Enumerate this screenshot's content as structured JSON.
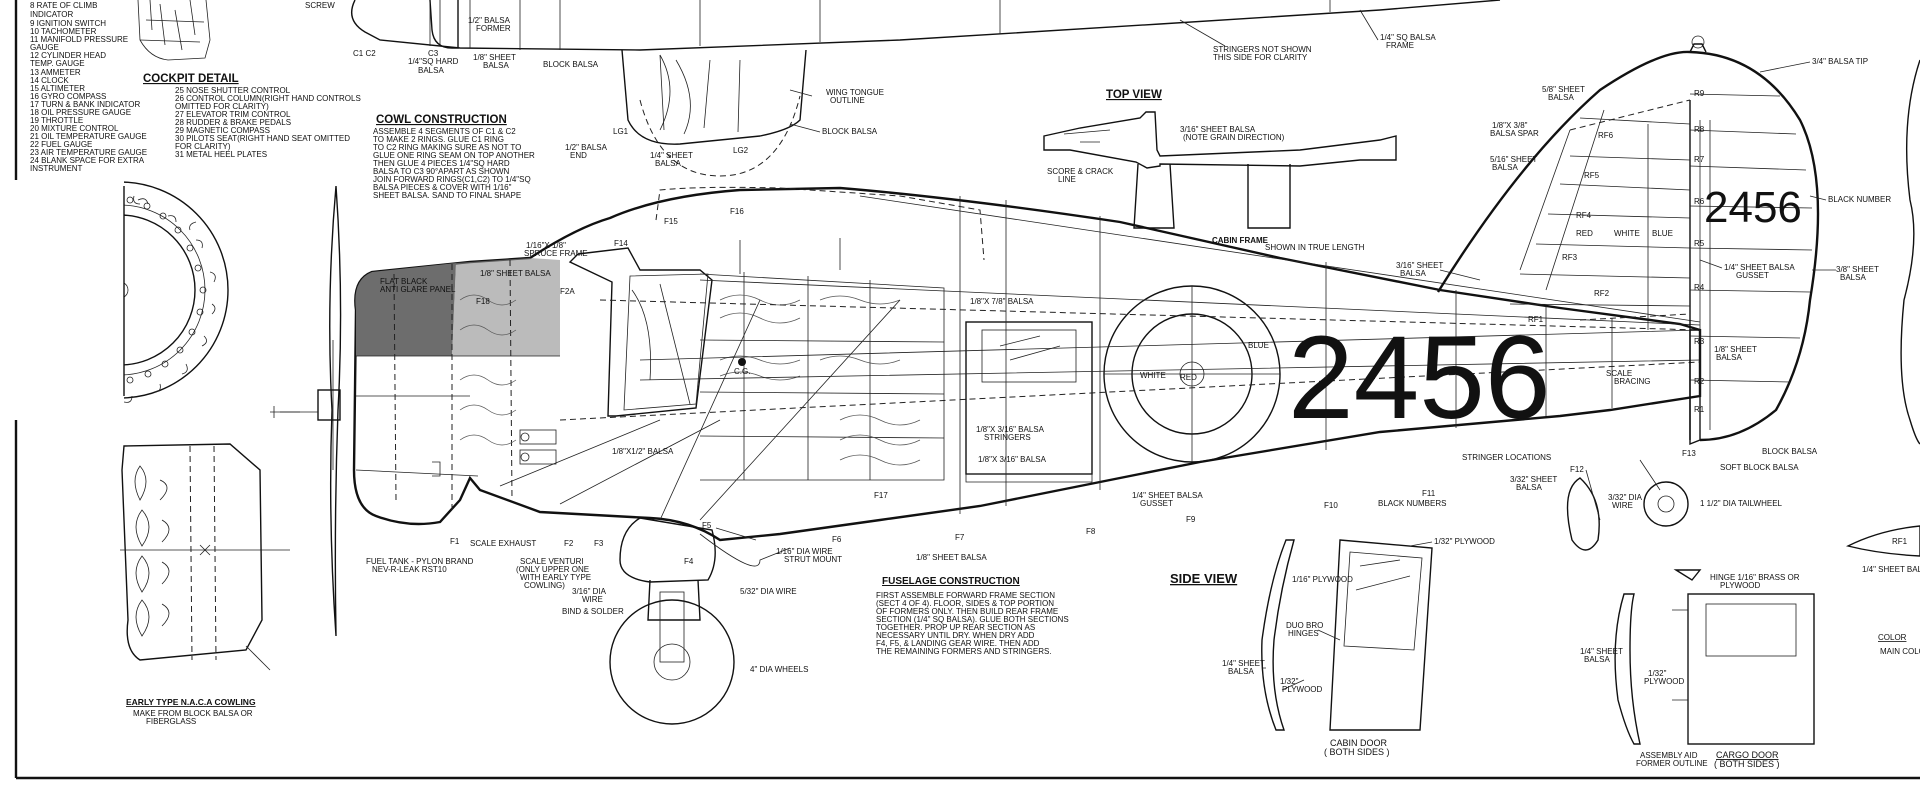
{
  "instrument_list": [
    "8  RATE OF CLIMB",
    "    INDICATOR",
    "9  IGNITION SWITCH",
    "10 TACHOMETER",
    "11 MANIFOLD PRESSURE",
    "    GAUGE",
    "12 CYLINDER HEAD",
    "    TEMP. GAUGE",
    "13 AMMETER",
    "14 CLOCK",
    "15 ALTIMETER",
    "16 GYRO COMPASS",
    "17 TURN & BANK INDICATOR",
    "18 OIL PRESSURE GAUGE",
    "19 THROTTLE",
    "20 MIXTURE CONTROL",
    "21 OIL TEMPERATURE GAUGE",
    "22 FUEL GAUGE",
    "23 AIR TEMPERATURE GAUGE",
    "24 BLANK SPACE FOR EXTRA",
    "    INSTRUMENT"
  ],
  "cockpit_detail": {
    "title": "COCKPIT  DETAIL",
    "items": [
      "25  NOSE SHUTTER CONTROL",
      "26  CONTROL COLUMN(RIGHT HAND CONTROLS",
      "       OMITTED FOR CLARITY)",
      "27  ELEVATOR TRIM CONTROL",
      "28  RUDDER & BRAKE PEDALS",
      "29  MAGNETIC COMPASS",
      "30  PILOTS SEAT(RIGHT HAND SEAT OMITTED",
      "       FOR CLARITY)",
      "31  METAL HEEL PLATES"
    ]
  },
  "cowl_construction": {
    "title": "COWL  CONSTRUCTION",
    "lines": [
      "ASSEMBLE 4 SEGMENTS OF C1 & C2",
      "TO MAKE 2 RINGS. GLUE C1 RING",
      "TO C2 RING MAKING SURE AS NOT TO",
      "GLUE ONE RING SEAM ON TOP ANOTHER",
      "THEN GLUE 4 PIECES 1/4\"SQ HARD",
      "BALSA TO C3 90°APART AS SHOWN",
      "JOIN FORWARD RINGS(C1,C2) TO 1/4\"SQ",
      "BALSA PIECES & COVER WITH 1/16\"",
      "SHEET BALSA. SAND TO FINAL SHAPE"
    ]
  },
  "top_view": {
    "title": "TOP  VIEW",
    "labels": [
      "3/16\" SHEET BALSA",
      "(NOTE GRAIN DIRECTION)",
      "SCORE & CRACK",
      "LINE",
      "CABIN  FRAME",
      "SHOWN IN TRUE LENGTH"
    ]
  },
  "fuselage_construction": {
    "title": "FUSELAGE  CONSTRUCTION",
    "lines": [
      "FIRST ASSEMBLE FORWARD FRAME SECTION",
      "(SECT 4 OF 4). FLOOR, SIDES & TOP PORTION",
      "OF FORMERS ONLY. THEN BUILD REAR FRAME",
      "SECTION (1/4\" SQ BALSA). GLUE BOTH SECTIONS",
      "TOGETHER. PROP UP REAR SECTION AS",
      "NECESSARY UNTIL DRY. WHEN DRY ADD",
      "F4, F5, & LANDING GEAR WIRE. THEN ADD",
      "THE REMAINING FORMERS AND STRINGERS."
    ]
  },
  "side_view": {
    "title": "SIDE  VIEW",
    "labels": [
      "1/32\" PLYWOOD",
      "1/16\" PLYWOOD",
      "DUO BRO",
      "HINGES",
      "1/4\" SHEET",
      "BALSA",
      "1/32\"",
      "PLYWOOD"
    ]
  },
  "cabin_door": {
    "title": "CABIN  DOOR",
    "subtitle": "( BOTH  SIDES )"
  },
  "cargo_door": {
    "title": "CARGO  DOOR",
    "subtitle": "( BOTH  SIDES )",
    "labels": [
      "HINGE 1/16\" BRASS OR",
      "PLYWOOD",
      "1/4\" SHEET",
      "BALSA",
      "1/32\"",
      "PLYWOOD",
      "ASSEMBLY AID",
      "FORMER OUTLINE"
    ]
  },
  "early_cowling": {
    "title": "EARLY  TYPE  N.A.C.A  COWLING",
    "lines": [
      "MAKE FROM BLOCK BALSA OR",
      "FIBERGLASS"
    ]
  },
  "registration_number": "2456",
  "fin_number": "2456",
  "colors": {
    "ink": "#111111",
    "glare_panel": "#6d6d6d",
    "paper": "#ffffff"
  },
  "fuselage_labels": {
    "top_left": [
      "SCREW",
      "1/2\" BALSA",
      "FORMER",
      "C1  C2",
      "C3",
      "1/4\"SQ HARD",
      "BALSA",
      "1/8\" SHEET",
      "BALSA",
      "BLOCK BALSA",
      "LG1",
      "1/2\" BALSA",
      "END",
      "1/4\" SHEET",
      "BALSA",
      "LG2",
      "WING TONGUE",
      "OUTLINE",
      "BLOCK BALSA",
      "STRINGERS NOT SHOWN",
      "THIS SIDE FOR CLARITY",
      "1/4\" SQ BALSA",
      "FRAME"
    ],
    "formers": [
      "F1",
      "F2",
      "F3",
      "F4",
      "F5",
      "F6",
      "F7",
      "F8",
      "F9",
      "F10",
      "F11",
      "F12",
      "F13",
      "F14",
      "F15",
      "F16",
      "F17",
      "F18",
      "F2A"
    ],
    "notes": [
      "1/16\"X 1/8\"",
      "SPRUCE FRAME",
      "1/8\" SHEET BALSA",
      "FLAT BLACK",
      "ANTI GLARE PANEL",
      "C.G.",
      "1/8\"X1/2\" BALSA",
      "1/8\"X 7/8\" BALSA",
      "1/8\"X 3/16\" BALSA",
      "STRINGERS",
      "1/8\"X 3/16\" BALSA",
      "1/4\" SHEET BALSA",
      "GUSSET",
      "1/8\" SHEET BALSA",
      "1/16\" DIA WIRE",
      "STRUT MOUNT",
      "3/16\" DIA",
      "WIRE",
      "BIND & SOLDER",
      "5/32\" DIA WIRE",
      "4\" DIA WHEELS",
      "FUEL TANK - PYLON BRAND",
      "NEV-R-LEAK RST10",
      "SCALE VENTURI",
      "(ONLY UPPER ONE",
      "WITH EARLY TYPE",
      "COWLING)",
      "SCALE EXHAUST",
      "WHITE",
      "RED",
      "BLUE",
      "BLACK NUMBERS",
      "STRINGER LOCATIONS",
      "3/32\" SHEET",
      "BALSA",
      "3/32\" DIA",
      "WIRE",
      "1 1/2\" DIA TAILWHEEL",
      "SOFT BLOCK BALSA",
      "BLOCK BALSA",
      "SCALE",
      "BRACING"
    ]
  },
  "tail_labels": {
    "ribs": [
      "R1",
      "R2",
      "R3",
      "R4",
      "R5",
      "R6",
      "R7",
      "R8",
      "R9",
      "RF1",
      "RF2",
      "RF3",
      "RF4",
      "RF5",
      "RF6"
    ],
    "notes": [
      "3/4\" BALSA TIP",
      "5/8\" SHEET",
      "BALSA",
      "1/8\"X 3/8\"",
      "BALSA SPAR",
      "5/16\" SHEET",
      "BALSA",
      "RED",
      "WHITE",
      "BLUE",
      "BLACK NUMBER",
      "1/4\" SHEET BALSA",
      "GUSSET",
      "3/8\" SHEET",
      "BALSA",
      "1/8\" SHEET",
      "BALSA",
      "3/16\" SHEET",
      "BALSA"
    ]
  },
  "right_edge": [
    "RF1",
    "1/4\" SHEET BAL",
    "COLOR",
    "MAIN COLO"
  ]
}
